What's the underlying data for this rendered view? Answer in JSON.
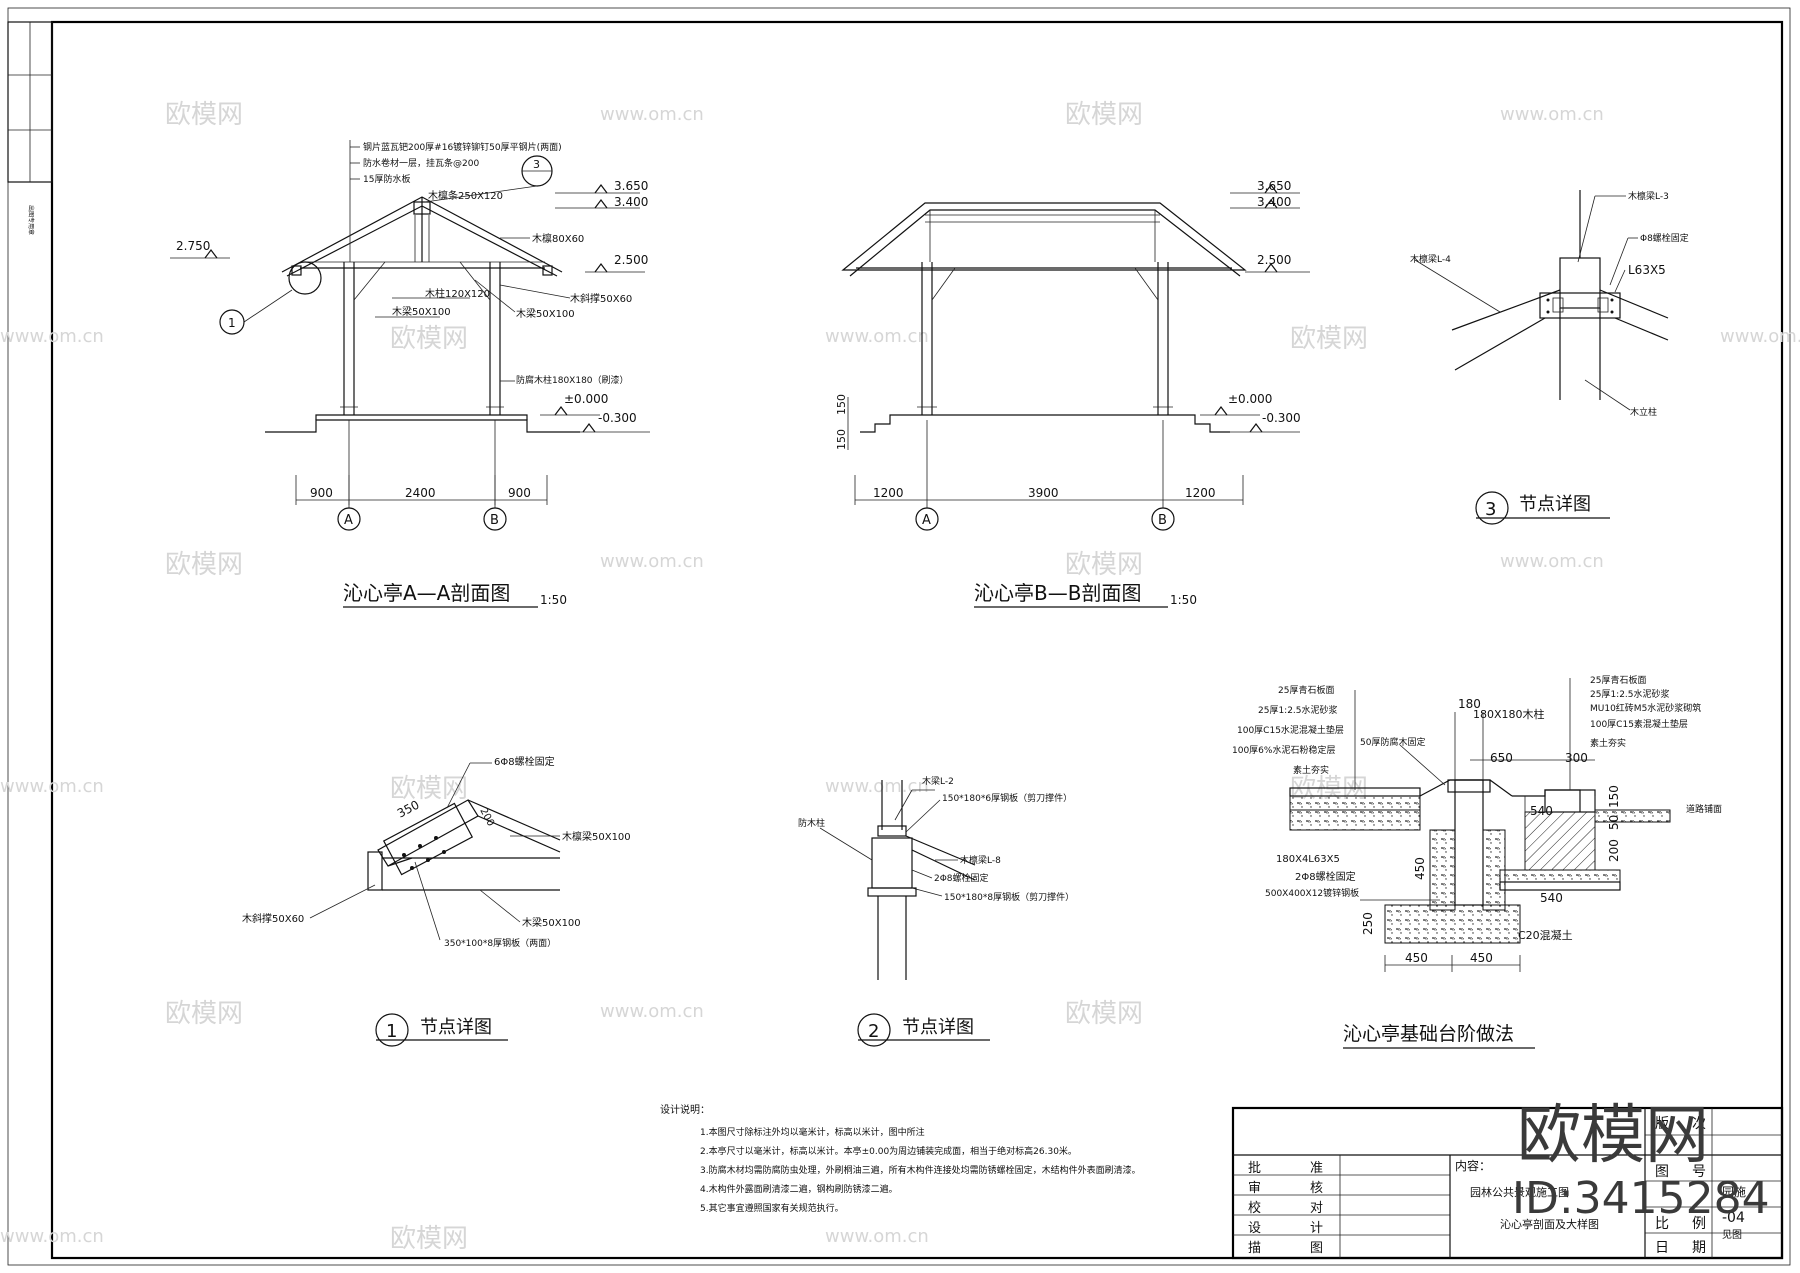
{
  "drawing_titles": {
    "section_a": "沁心亭A—A剖面图",
    "section_b": "沁心亭B—B剖面图",
    "scale_a": "1:50",
    "scale_b": "1:50",
    "node1": "节点详图",
    "node2": "节点详图",
    "node3": "节点详图",
    "foundation": "沁心亭基础台阶做法"
  },
  "detail_numbers": {
    "n1": "1",
    "n2": "2",
    "n3": "3"
  },
  "section_a": {
    "elevations": [
      "3.650",
      "3.400",
      "2.750",
      "2.500",
      "±0.000",
      "-0.300"
    ],
    "notes": [
      "钢片蓝瓦钯200厚#16镀锌铆钉50厚平钢片(两面)",
      "防水卷材一层，挂瓦条@200",
      "15厚防水板"
    ],
    "labels": [
      "木檩条250X120",
      "木檩80X60",
      "木柱120X120",
      "木梁50X100",
      "木梁50X100",
      "木斜撑50X60",
      "防腐木柱180X180（刷漆）"
    ],
    "dims": [
      "900",
      "2400",
      "900"
    ],
    "axes": [
      "A",
      "B"
    ]
  },
  "section_b": {
    "elevations": [
      "3.650",
      "3.400",
      "2.500",
      "±0.000",
      "-0.300"
    ],
    "dims": [
      "1200",
      "3900",
      "1200"
    ],
    "side_dims": [
      "150",
      "150"
    ],
    "axes": [
      "A",
      "B"
    ]
  },
  "node3": {
    "labels": [
      "木檩梁L-3",
      "木檩梁L-4",
      "Φ8螺栓固定",
      "L63X5",
      "木立柱"
    ]
  },
  "node1": {
    "labels": [
      "6Φ8螺栓固定",
      "木檩梁50X100",
      "木斜撑50X60",
      "木梁50X100",
      "350*100*8厚钢板（两面）"
    ],
    "dims": [
      "350",
      "200"
    ]
  },
  "node2": {
    "labels": [
      "木梁L-2",
      "150*180*6厚钢板（剪刀撑件）",
      "木檩梁L-8",
      "2Φ8螺栓固定",
      "150*180*8厚钢板（剪刀撑件）",
      "防木柱"
    ]
  },
  "foundation": {
    "labels_left": [
      "25厚青石板面",
      "25厚1:2.5水泥砂浆",
      "100厚C15水泥混凝土垫层",
      "100厚6%水泥石粉稳定层",
      "素土夯实"
    ],
    "labels_right": [
      "25厚青石板面",
      "25厚1:2.5水泥砂浆",
      "MU10红砖M5水泥砂浆砌筑",
      "100厚C15素混凝土垫层",
      "素土夯实"
    ],
    "labels_mid": [
      "50厚防腐木固定",
      "180X180木柱",
      "180X4L63X5",
      "2Φ8螺栓固定",
      "500X400X12镀锌钢板",
      "C20混凝土",
      "道路铺面"
    ],
    "dims": [
      "180",
      "650",
      "300",
      "450",
      "450",
      "540",
      "540",
      "450",
      "250",
      "150",
      "50",
      "200"
    ]
  },
  "design_notes": {
    "title": "设计说明：",
    "items": [
      "1.本图尺寸除标注外均以毫米计，标高以米计，图中所注",
      "2.本亭尺寸以毫米计，标高以米计。本亭±0.00为周边铺装完成面，相当于绝对标高26.30米。",
      "3.防腐木材均需防腐防虫处理，外刷桐油三遍，所有木构件连接处均需防锈螺栓固定，木结构件外表面刷清漆。",
      "4.木构件外露面刷清漆二遍，钢构刷防锈漆二遍。",
      "5.其它事宜遵照国家有关规范执行。"
    ]
  },
  "title_block": {
    "rows": [
      {
        "role": "批",
        "role2": "准"
      },
      {
        "role": "审",
        "role2": "核"
      },
      {
        "role": "校",
        "role2": "对"
      },
      {
        "role": "设",
        "role2": "计"
      },
      {
        "role": "描",
        "role2": "图"
      }
    ],
    "content_label": "内容：",
    "content_1": "园林公共景观施工图",
    "content_2": "沁心亭剖面及大样图",
    "right_labels": [
      "版",
      "次",
      "图",
      "号",
      "比",
      "例",
      "日",
      "期"
    ],
    "drawing_no": "-04",
    "scale": "见图",
    "cat": "园施"
  },
  "side_stamp": "出图专用章",
  "watermarks": {
    "logo": "欧模网",
    "url": "www.om.cn",
    "id": "ID:3415284"
  }
}
